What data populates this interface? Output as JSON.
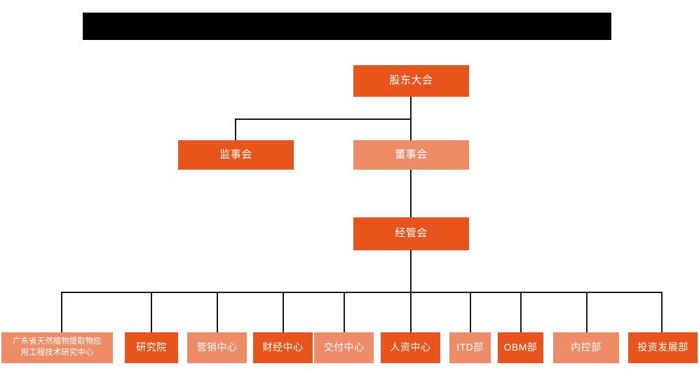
{
  "diagram": {
    "type": "org-chart",
    "title_bar": {
      "label": "",
      "redacted": true,
      "color": "#000000"
    },
    "colors": {
      "primary": "#E8551C",
      "secondary": "#EF8C68",
      "connector": "#1a1a1a",
      "background": "#ffffff",
      "text": "#ffffff"
    },
    "levels": [
      {
        "name": "level-1",
        "nodes": [
          {
            "id": "shareholders-meeting",
            "label": "股东大会",
            "style": "primary"
          }
        ]
      },
      {
        "name": "level-2",
        "nodes": [
          {
            "id": "board-of-supervisors",
            "label": "监事会",
            "style": "primary"
          },
          {
            "id": "board-of-directors",
            "label": "董事会",
            "style": "secondary"
          }
        ]
      },
      {
        "name": "level-3",
        "nodes": [
          {
            "id": "management-committee",
            "label": "经管会",
            "style": "primary"
          }
        ]
      },
      {
        "name": "level-4",
        "nodes": [
          {
            "id": "guangdong-research-center",
            "label": "广东省天然植物提取物应\n用工程技术研究中心",
            "style": "secondary"
          },
          {
            "id": "research-institute",
            "label": "研究院",
            "style": "primary"
          },
          {
            "id": "marketing-center",
            "label": "营销中心",
            "style": "secondary"
          },
          {
            "id": "finance-center",
            "label": "财经中心",
            "style": "primary"
          },
          {
            "id": "delivery-center",
            "label": "交付中心",
            "style": "secondary"
          },
          {
            "id": "hr-center",
            "label": "人资中心",
            "style": "primary"
          },
          {
            "id": "itd-department",
            "label": "ITD部",
            "style": "secondary"
          },
          {
            "id": "obm-department",
            "label": "OBM部",
            "style": "primary"
          },
          {
            "id": "internal-control-department",
            "label": "内控部",
            "style": "secondary"
          },
          {
            "id": "investment-development-department",
            "label": "投资发展部",
            "style": "primary"
          }
        ]
      }
    ]
  }
}
